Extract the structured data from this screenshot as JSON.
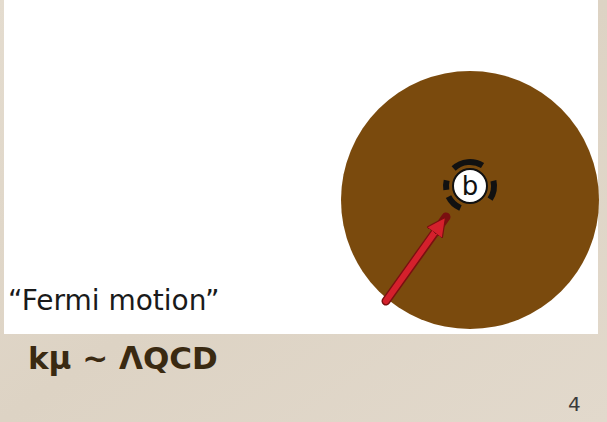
{
  "diagram": {
    "nodes": [
      {
        "text": [
          "b"
        ]
      }
    ],
    "labels": [
      "“Fermi motion”",
      "kμ ~ ΛQCD",
      "4"
    ]
  }
}
